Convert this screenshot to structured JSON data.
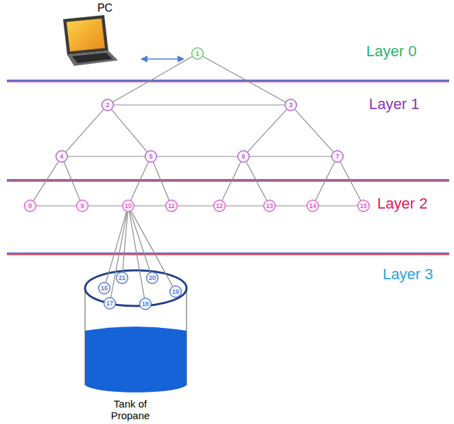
{
  "diagram": {
    "nodes": [
      {
        "text": [
          "1"
        ]
      },
      {
        "text": [
          "2"
        ]
      },
      {
        "text": [
          "3"
        ]
      },
      {
        "text": [
          "4"
        ]
      },
      {
        "text": [
          "5"
        ]
      },
      {
        "text": [
          "6"
        ]
      },
      {
        "text": [
          "7"
        ]
      },
      {
        "text": [
          "8"
        ]
      },
      {
        "text": [
          "9"
        ]
      },
      {
        "text": [
          "10"
        ]
      },
      {
        "text": [
          "11"
        ]
      },
      {
        "text": [
          "12"
        ]
      },
      {
        "text": [
          "13"
        ]
      },
      {
        "text": [
          "14"
        ]
      },
      {
        "text": [
          "15"
        ]
      },
      {
        "text": [
          "16"
        ]
      },
      {
        "text": [
          "17"
        ]
      },
      {
        "text": [
          "18"
        ]
      },
      {
        "text": [
          "19"
        ]
      },
      {
        "text": [
          "20"
        ]
      },
      {
        "text": [
          "21"
        ]
      }
    ],
    "edges": [
      {
        "from": 0,
        "to": 1,
        "arrow": "none"
      },
      {
        "from": 0,
        "to": 2,
        "arrow": "none"
      },
      {
        "from": 1,
        "to": 2,
        "arrow": "none"
      },
      {
        "from": 1,
        "to": 3,
        "arrow": "none"
      },
      {
        "from": 1,
        "to": 4,
        "arrow": "none"
      },
      {
        "from": 2,
        "to": 5,
        "arrow": "none"
      },
      {
        "from": 2,
        "to": 6,
        "arrow": "none"
      },
      {
        "from": 3,
        "to": 4,
        "arrow": "none"
      },
      {
        "from": 4,
        "to": 5,
        "arrow": "none"
      },
      {
        "from": 5,
        "to": 6,
        "arrow": "none"
      },
      {
        "from": 3,
        "to": 7,
        "arrow": "none"
      },
      {
        "from": 3,
        "to": 8,
        "arrow": "none"
      },
      {
        "from": 4,
        "to": 9,
        "arrow": "none"
      },
      {
        "from": 4,
        "to": 10,
        "arrow": "none"
      },
      {
        "from": 5,
        "to": 11,
        "arrow": "none"
      },
      {
        "from": 5,
        "to": 12,
        "arrow": "none"
      },
      {
        "from": 6,
        "to": 13,
        "arrow": "none"
      },
      {
        "from": 6,
        "to": 14,
        "arrow": "none"
      },
      {
        "from": 7,
        "to": 8,
        "arrow": "none"
      },
      {
        "from": 8,
        "to": 9,
        "arrow": "none"
      },
      {
        "from": 9,
        "to": 10,
        "arrow": "none"
      },
      {
        "from": 10,
        "to": 11,
        "arrow": "none"
      },
      {
        "from": 11,
        "to": 12,
        "arrow": "none"
      },
      {
        "from": 12,
        "to": 13,
        "arrow": "none"
      },
      {
        "from": 13,
        "to": 14,
        "arrow": "none"
      },
      {
        "from": 9,
        "to": 15,
        "arrow": "none"
      },
      {
        "from": 9,
        "to": 16,
        "arrow": "none"
      },
      {
        "from": 9,
        "to": 17,
        "arrow": "none"
      },
      {
        "from": 9,
        "to": 18,
        "arrow": "none"
      },
      {
        "from": 9,
        "to": 19,
        "arrow": "none"
      },
      {
        "from": 9,
        "to": 20,
        "arrow": "none"
      }
    ],
    "labels": [
      "PC",
      "Layer 0",
      "Layer 1",
      "Layer 2",
      "Layer 3",
      "Tank of Propane"
    ]
  }
}
